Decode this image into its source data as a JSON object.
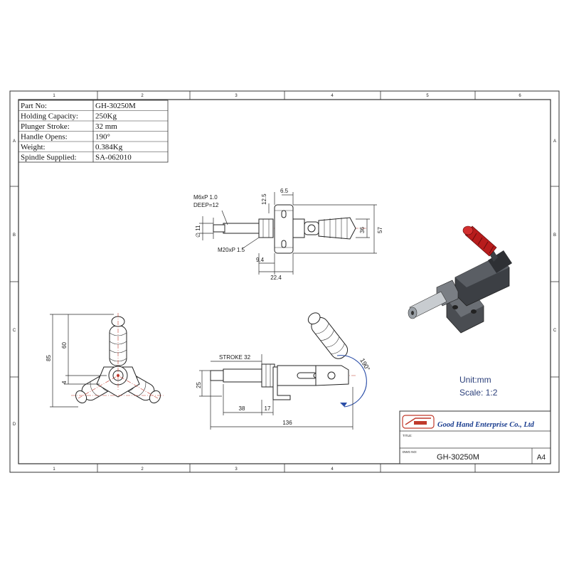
{
  "specs": [
    {
      "label": "Part No:",
      "value": "GH-30250M"
    },
    {
      "label": "Holding Capacity:",
      "value": "250Kg"
    },
    {
      "label": "Plunger Stroke:",
      "value": "32 mm"
    },
    {
      "label": "Handle Opens:",
      "value": "190°"
    },
    {
      "label": "Weight:",
      "value": "0.384Kg"
    },
    {
      "label": "Spindle Supplied:",
      "value": "SA-062010"
    }
  ],
  "grid": {
    "columns": [
      "1",
      "2",
      "3",
      "4",
      "5",
      "6"
    ],
    "rows": [
      "A",
      "B",
      "C",
      "D"
    ]
  },
  "top_view": {
    "thread_callout_1": "M6xP 1.0",
    "thread_callout_2": "DEEP=12",
    "base_thread": "M20xP 1.5",
    "dims": {
      "d125": "12.5",
      "d65": "6.5",
      "dia11": "∅ 11",
      "d36": "36",
      "d57": "57",
      "d94": "9.4",
      "d224": "22.4"
    }
  },
  "front_view": {
    "dims": {
      "d85": "85",
      "d60": "60",
      "d4": "4"
    }
  },
  "side_view": {
    "stroke_label": "STROKE 32",
    "dims": {
      "d25": "25",
      "d38": "38",
      "d17": "17",
      "d136": "136",
      "angle": "190°"
    }
  },
  "notes": {
    "unit": "Unit:mm",
    "scale": "Scale: 1:2"
  },
  "title_block": {
    "company": "Good Hand Enterprise Co., Ltd",
    "title_caption": "TITLE:",
    "dwg_caption": "DWG NO:",
    "dwg_no": "GH-30250M",
    "sheet_size": "A4"
  },
  "colors": {
    "border": "#333333",
    "accent": "#c0392b",
    "handle": "#b71c1c",
    "arc": "#2b4ea8"
  }
}
